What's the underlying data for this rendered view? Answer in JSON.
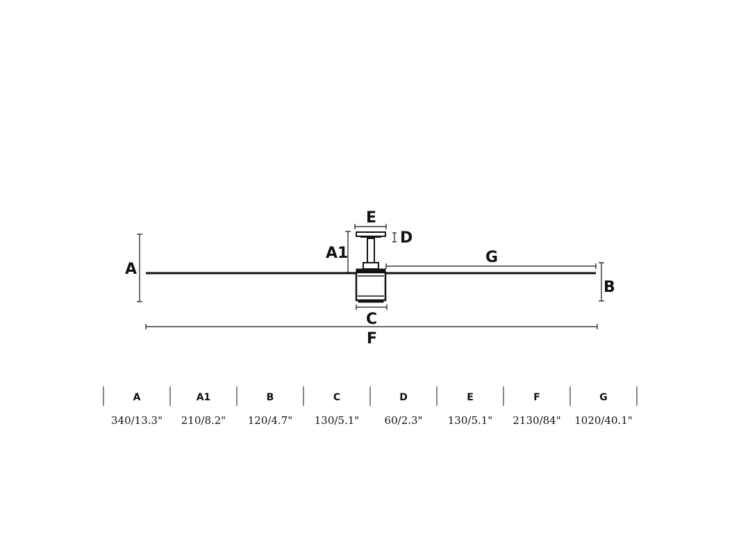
{
  "diagram": {
    "labels": {
      "A": "A",
      "A1": "A1",
      "B": "B",
      "C": "C",
      "D": "D",
      "E": "E",
      "F": "F",
      "G": "G"
    }
  },
  "dimensions_table": {
    "columns": [
      {
        "label": "A",
        "value": "340/13.3\""
      },
      {
        "label": "A1",
        "value": "210/8.2\""
      },
      {
        "label": "B",
        "value": "120/4.7\""
      },
      {
        "label": "C",
        "value": "130/5.1\""
      },
      {
        "label": "D",
        "value": "60/2.3\""
      },
      {
        "label": "E",
        "value": "130/5.1\""
      },
      {
        "label": "F",
        "value": "2130/84\""
      },
      {
        "label": "G",
        "value": "1020/40.1\""
      }
    ]
  }
}
